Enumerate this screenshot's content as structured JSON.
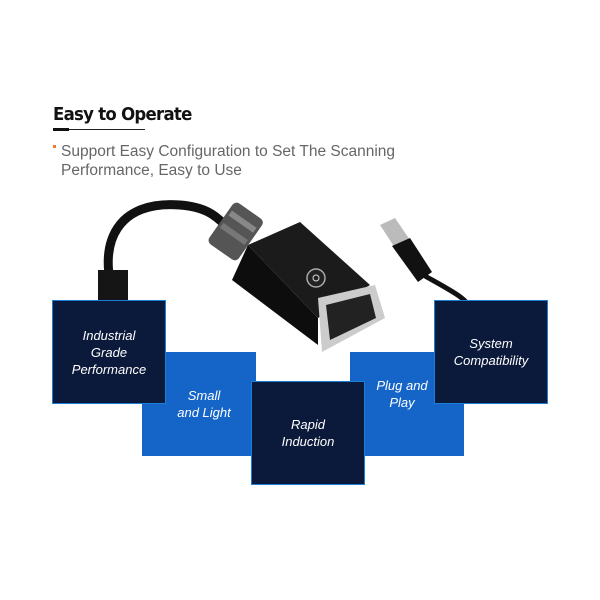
{
  "heading": "Easy to Operate",
  "subtitle": {
    "line1": "Support Easy Configuration to Set The Scanning",
    "line2": "Performance, Easy to Use"
  },
  "colors": {
    "dark_box": "#0b1a3a",
    "blue_box": "#1565c8",
    "bullet": "#f07a2a"
  },
  "features": [
    {
      "lines": [
        "Industrial",
        "Grade",
        "Performance"
      ]
    },
    {
      "lines": [
        "Small",
        "and Light"
      ]
    },
    {
      "lines": [
        "Rapid",
        "Induction"
      ]
    },
    {
      "lines": [
        "Plug and",
        "Play"
      ]
    },
    {
      "lines": [
        "System",
        "Compatibility"
      ]
    }
  ]
}
